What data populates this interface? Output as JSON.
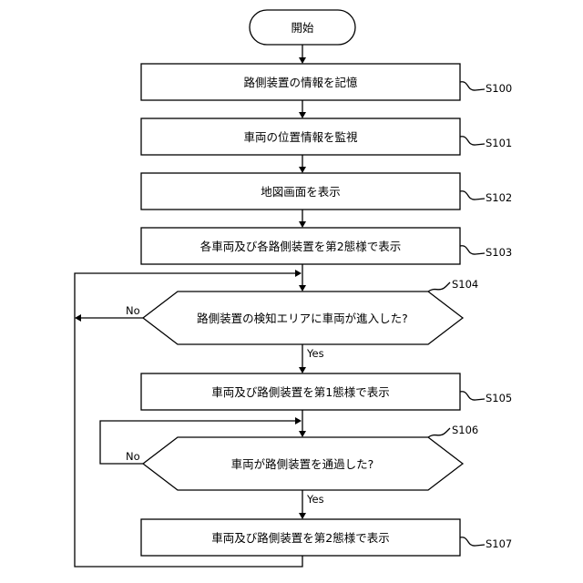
{
  "flowchart": {
    "start": "開始",
    "steps": {
      "s100": {
        "text": "路側装置の情報を記憶",
        "id": "S100"
      },
      "s101": {
        "text": "車両の位置情報を監視",
        "id": "S101"
      },
      "s102": {
        "text": "地図画面を表示",
        "id": "S102"
      },
      "s103": {
        "text": "各車両及び各路側装置を第2態様で表示",
        "id": "S103"
      },
      "s104": {
        "text": "路側装置の検知エリアに車両が進入した?",
        "id": "S104"
      },
      "s105": {
        "text": "車両及び路側装置を第1態様で表示",
        "id": "S105"
      },
      "s106": {
        "text": "車両が路側装置を通過した?",
        "id": "S106"
      },
      "s107": {
        "text": "車両及び路側装置を第2態様で表示",
        "id": "S107"
      }
    },
    "branch_labels": {
      "s104_no": "No",
      "s104_yes": "Yes",
      "s106_no": "No",
      "s106_yes": "Yes"
    }
  }
}
